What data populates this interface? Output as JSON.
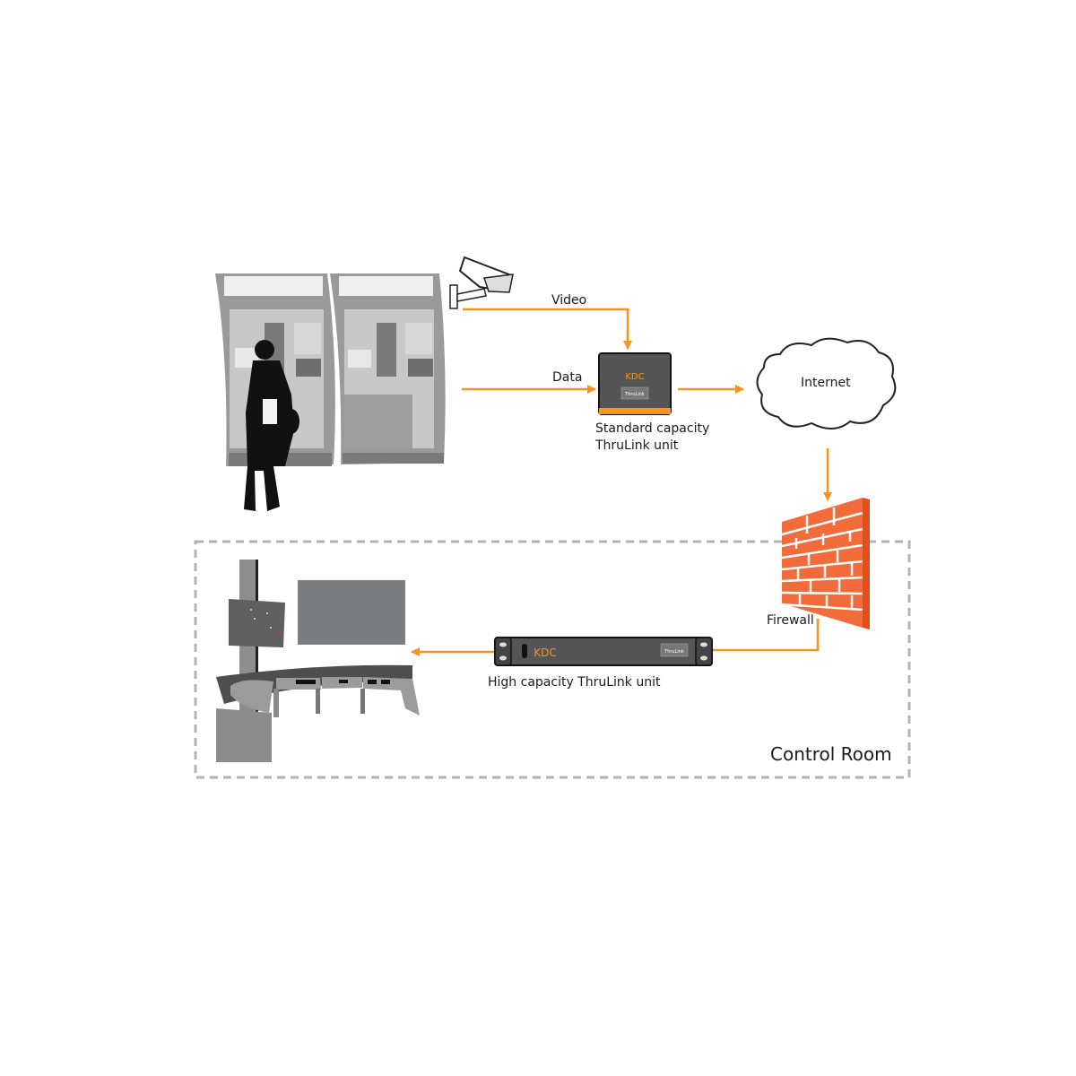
{
  "labels": {
    "video": "Video",
    "data": "Data",
    "standard_unit": "Standard capacity",
    "standard_unit_2": "ThruLink unit",
    "internet": "Internet",
    "firewall": "Firewall",
    "high_unit": "High capacity ThruLink unit",
    "control_room": "Control Room"
  },
  "device_marks": {
    "brand": "KDC",
    "product": "ThruLink"
  },
  "colors": {
    "arrow": "#f7931e",
    "brick": "#f26b3a",
    "device": "#555555",
    "dashed_border": "#b3b3b3"
  }
}
